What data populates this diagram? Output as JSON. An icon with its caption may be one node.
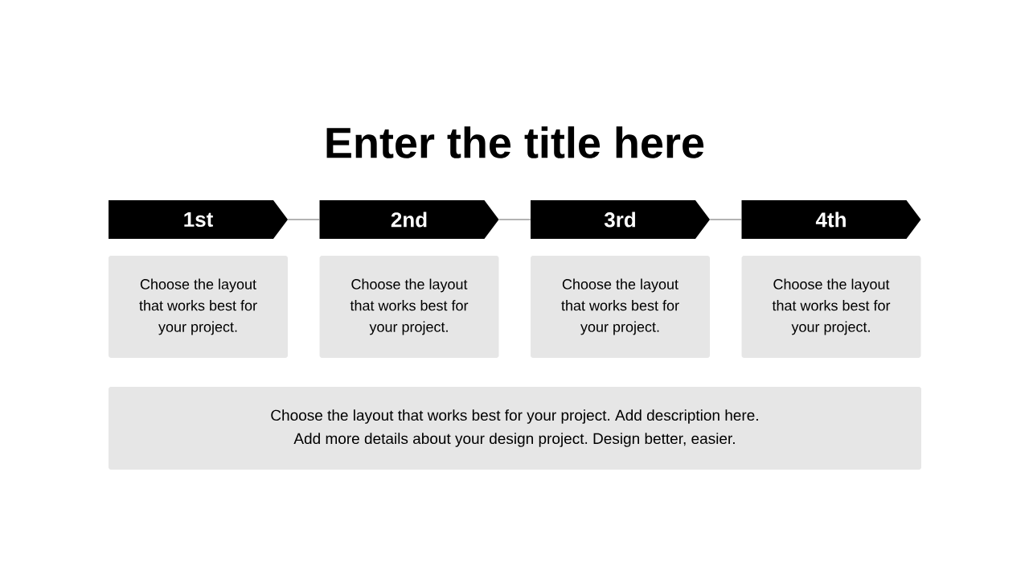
{
  "diagram": {
    "title": "Enter the title here",
    "nodes": [
      {
        "text": [
          "1st"
        ]
      },
      {
        "text": [
          "2nd"
        ]
      },
      {
        "text": [
          "3rd"
        ]
      },
      {
        "text": [
          "4th"
        ]
      },
      {
        "text": [
          "Choose the layout that works best for your project."
        ]
      },
      {
        "text": [
          "Choose the layout that works best for your project."
        ]
      },
      {
        "text": [
          "Choose the layout that works best for your project."
        ]
      },
      {
        "text": [
          "Choose the layout that works best for your project."
        ]
      },
      {
        "text": [
          "Choose the layout that works best for your project. Add description here.",
          "Add more details about your design project. Design better, easier."
        ]
      }
    ],
    "edges": [
      {
        "from": 0,
        "to": 1,
        "arrow": "none"
      },
      {
        "from": 1,
        "to": 2,
        "arrow": "none"
      },
      {
        "from": 2,
        "to": 3,
        "arrow": "none"
      }
    ]
  }
}
